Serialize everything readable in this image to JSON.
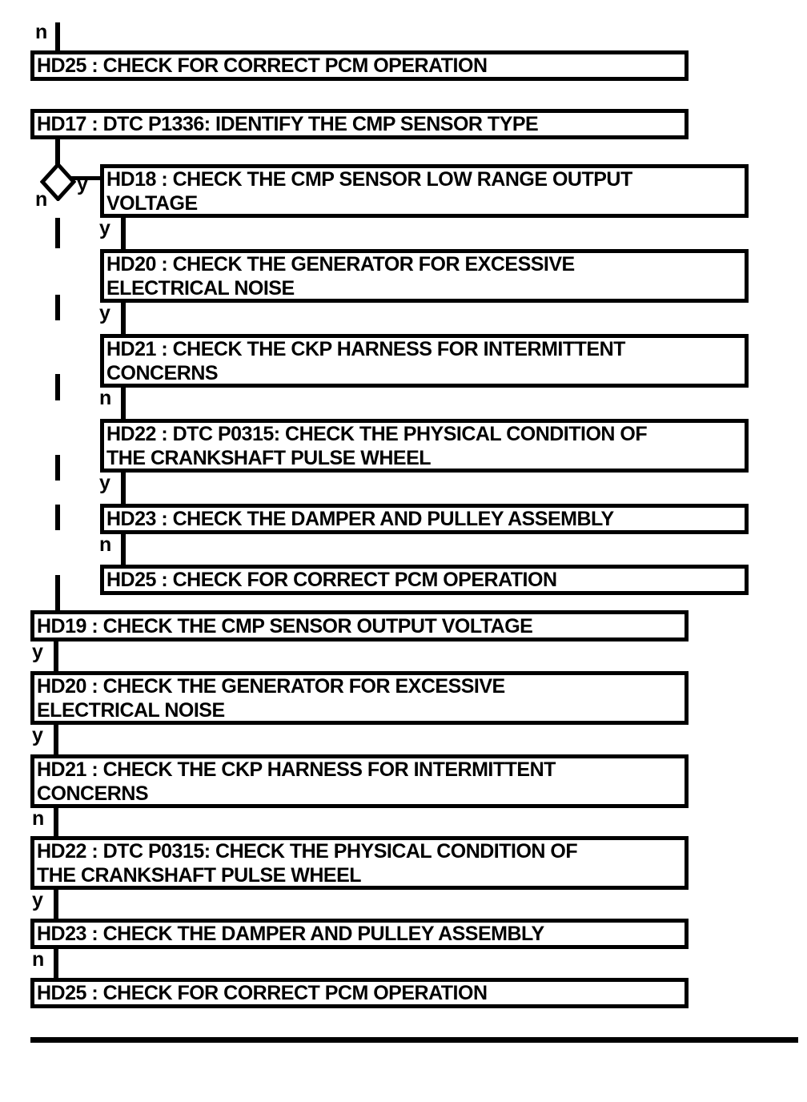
{
  "colors": {
    "ink": "#000000",
    "paper": "#ffffff"
  },
  "flow": {
    "entry_label": "n",
    "top_boxes": [
      {
        "id": "HD25",
        "lines": [
          "HD25 : CHECK FOR CORRECT PCM OPERATION"
        ]
      },
      {
        "id": "HD17",
        "lines": [
          "HD17 : DTC P1336: IDENTIFY THE CMP SENSOR TYPE"
        ]
      }
    ],
    "decision": {
      "yes_label": "y",
      "no_label": "n"
    },
    "yes_branch": {
      "boxes": [
        {
          "id": "HD18",
          "lines": [
            "HD18 : CHECK THE CMP SENSOR LOW RANGE OUTPUT",
            "VOLTAGE"
          ],
          "out_label": "y"
        },
        {
          "id": "HD20",
          "lines": [
            "HD20 : CHECK THE GENERATOR FOR EXCESSIVE",
            "ELECTRICAL NOISE"
          ],
          "out_label": "y"
        },
        {
          "id": "HD21",
          "lines": [
            "HD21 : CHECK THE CKP HARNESS FOR INTERMITTENT",
            "CONCERNS"
          ],
          "out_label": "n"
        },
        {
          "id": "HD22",
          "lines": [
            "HD22 : DTC P0315: CHECK THE PHYSICAL CONDITION OF",
            "THE CRANKSHAFT PULSE WHEEL"
          ],
          "out_label": "y"
        },
        {
          "id": "HD23",
          "lines": [
            "HD23 : CHECK THE DAMPER AND PULLEY ASSEMBLY"
          ],
          "out_label": "n"
        },
        {
          "id": "HD25",
          "lines": [
            "HD25 : CHECK FOR CORRECT PCM OPERATION"
          ]
        }
      ]
    },
    "no_branch": {
      "boxes": [
        {
          "id": "HD19",
          "lines": [
            "HD19 : CHECK THE CMP SENSOR OUTPUT VOLTAGE"
          ],
          "out_label": "y"
        },
        {
          "id": "HD20",
          "lines": [
            "HD20 : CHECK THE GENERATOR FOR EXCESSIVE",
            "ELECTRICAL NOISE"
          ],
          "out_label": "y"
        },
        {
          "id": "HD21",
          "lines": [
            "HD21 : CHECK THE CKP HARNESS FOR INTERMITTENT",
            "CONCERNS"
          ],
          "out_label": "n"
        },
        {
          "id": "HD22",
          "lines": [
            "HD22 : DTC P0315: CHECK THE PHYSICAL CONDITION OF",
            "THE CRANKSHAFT PULSE WHEEL"
          ],
          "out_label": "y"
        },
        {
          "id": "HD23",
          "lines": [
            "HD23 : CHECK THE DAMPER AND PULLEY ASSEMBLY"
          ],
          "out_label": "n"
        },
        {
          "id": "HD25",
          "lines": [
            "HD25 : CHECK FOR CORRECT PCM OPERATION"
          ]
        }
      ]
    }
  }
}
